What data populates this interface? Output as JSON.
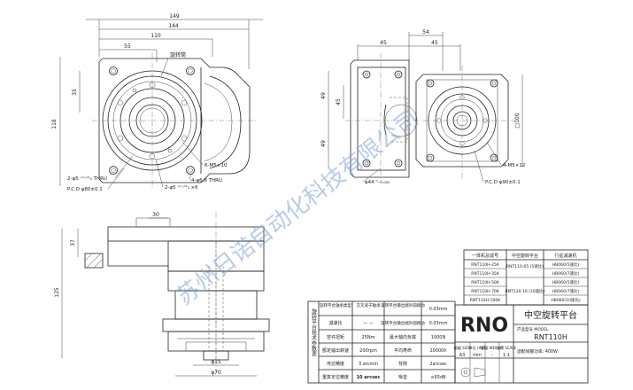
{
  "front_view": {
    "dims": {
      "d149": "149",
      "d144": "144",
      "d110": "110",
      "d55": "55",
      "d35": "35",
      "d118": "118",
      "rotary_table_label": "旋转筒",
      "holes_6_m5": "6-M5×10",
      "holes_4_d6_8": "4-φ6.8 THRU",
      "holes_2_d5_top": "2-φ5 ⁺⁰·⁰¹₀ THRU",
      "holes_2_d5_bot": "2-φ5 ⁺⁰·⁰¹₀ ×6",
      "pcd_80": "P.C.D φ80±0.1"
    }
  },
  "right_view": {
    "dims": {
      "d54": "54",
      "d45a": "45",
      "d45b": "45",
      "d49": "49",
      "d49b": "49",
      "d45c": "45",
      "d44": "φ44 ⁰₋₀.₀₂₅",
      "d100": "□100",
      "holes_4_m5": "4-M5×12",
      "pcd_90": "P.C.D φ90±0.1"
    }
  },
  "side_view": {
    "dims": {
      "d30": "30",
      "d37": "37",
      "d125": "125",
      "d15": "φ15",
      "d70": "φ70"
    }
  },
  "watermark": "苏州日诺自动化科技有限公司",
  "spec_table": {
    "side_title": "旋转平台技术参数表",
    "headers": [
      "旋转平台轴承类型",
      "交叉滚子轴承",
      "旋转平台输出端外圆跳动",
      "0.03mm"
    ],
    "rows": [
      [
        "减速比",
        "— —",
        "旋转平台输出端外圆跳动",
        "0.03mm"
      ],
      [
        "容许扭矩",
        "25Nm",
        "最大轴向负载",
        "1000N"
      ],
      [
        "额定输出转速",
        "200rpm",
        "平均寿命",
        "20000h"
      ],
      [
        "传达精度",
        "3 arcmin",
        "背隙",
        "2arcsec"
      ],
      [
        "重复定位精度",
        "10 arcsec",
        "噪音",
        "≤65dB"
      ]
    ]
  },
  "model_table": {
    "headers": [
      "一体机总成号",
      "中空旋转平台",
      "行星减速机"
    ],
    "rows": [
      [
        "RNT110H-25K",
        "RNT110-05 (5速比)",
        "HB060(5速比)"
      ],
      [
        "RNT110H-35K",
        "",
        "HB060(7速比)"
      ],
      [
        "RNT110H-50K",
        "",
        "HB060(5速比)"
      ],
      [
        "RNT110H-70K",
        "RNT110-10 (10速比)",
        "HB060(7速比)"
      ],
      [
        "RNT110H-100K",
        "",
        "HB060(10速比)"
      ]
    ]
  },
  "title_block": {
    "logo": "RNO",
    "product_name": "中空旋转平台",
    "model_label": "产品型号 MODEL",
    "model": "RNT110H",
    "motor_note": "适配伺服功率: 400W",
    "size_label": "图幅 SIZE",
    "size": "A3",
    "unit_label": "单位 UNIT",
    "unit": "mm",
    "weight_label": "重量 WEIGHT",
    "weight": "-",
    "scale_label": "比例 SCALE",
    "scale": "1:1"
  }
}
